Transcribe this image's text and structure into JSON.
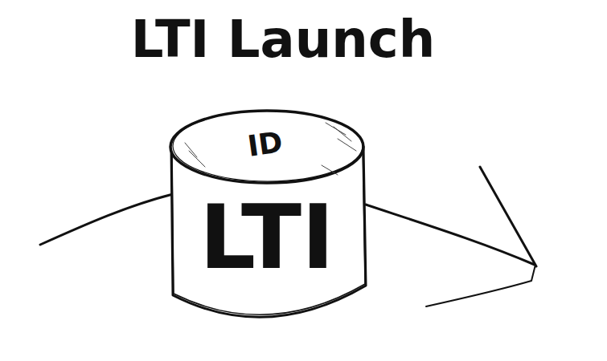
{
  "diagram": {
    "title": "LTI Launch",
    "nodes": [
      {
        "text": [
          "ID",
          "LTI"
        ]
      }
    ]
  }
}
